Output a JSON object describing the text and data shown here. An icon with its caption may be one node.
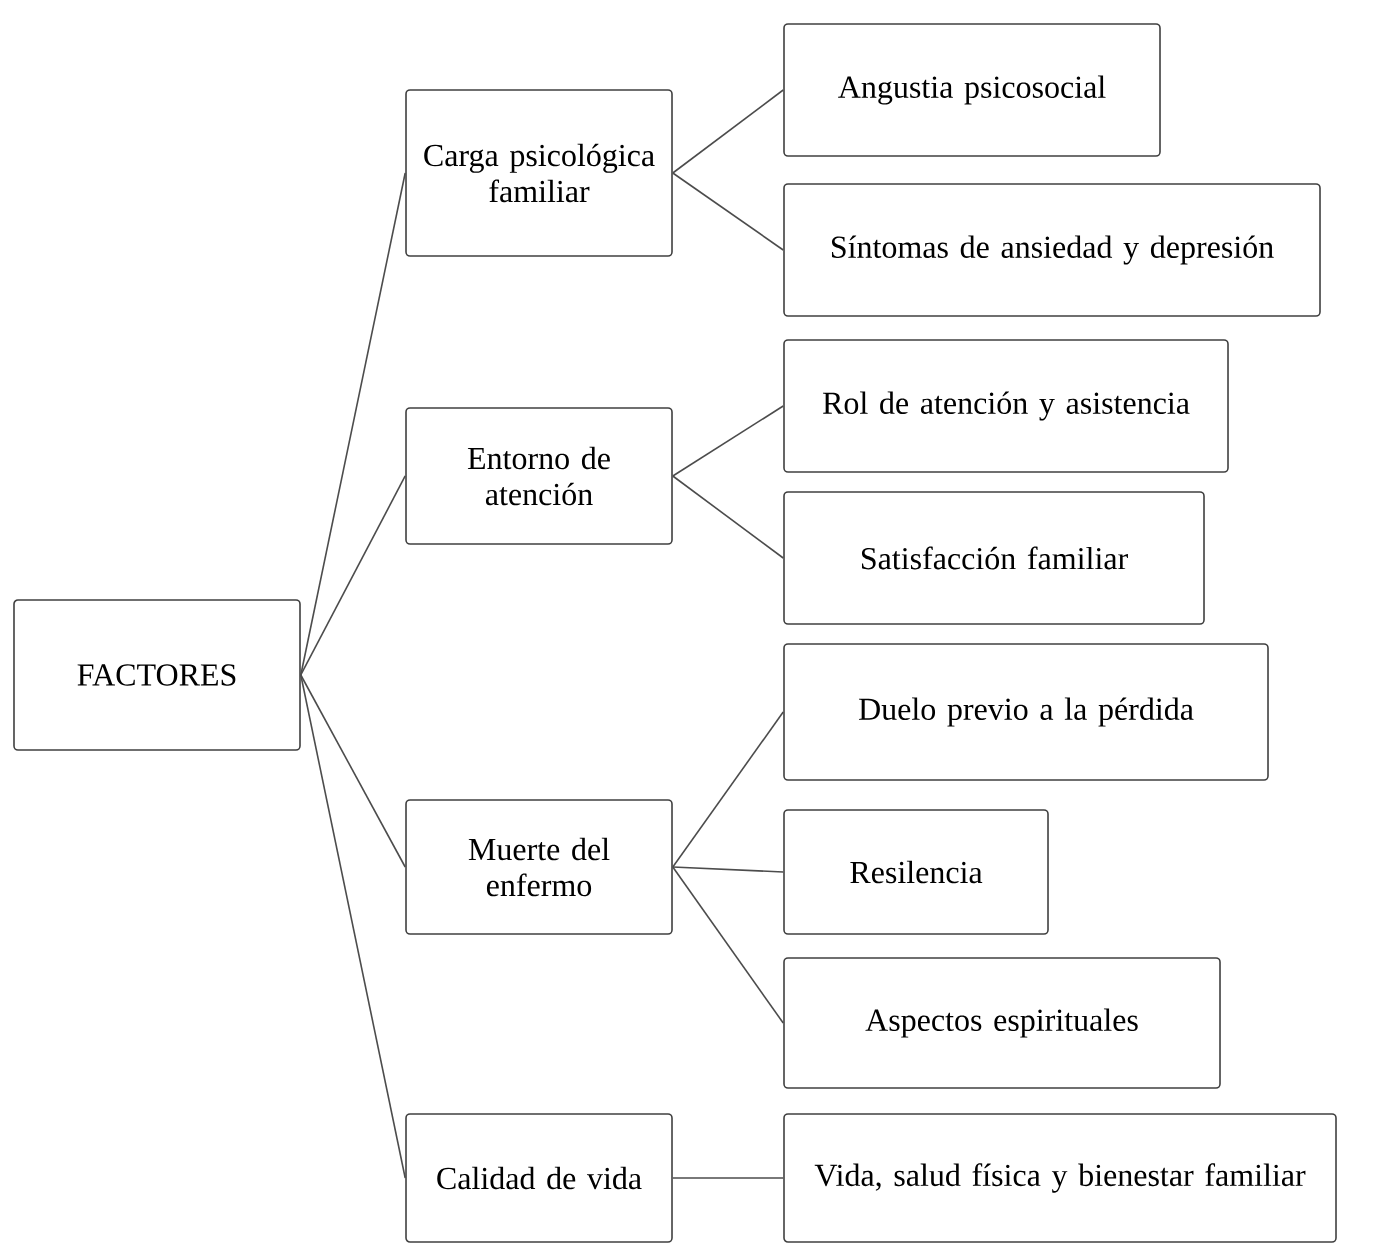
{
  "diagram": {
    "nodes": [
      {
        "text": [
          "FACTORES"
        ]
      },
      {
        "text": [
          "Carga psicológica familiar"
        ]
      },
      {
        "text": [
          "Angustia psicosocial"
        ]
      },
      {
        "text": [
          "Síntomas de ansiedad y depresión"
        ]
      },
      {
        "text": [
          "Entorno de atención"
        ]
      },
      {
        "text": [
          "Rol de atención y asistencia"
        ]
      },
      {
        "text": [
          "Satisfacción familiar"
        ]
      },
      {
        "text": [
          "Muerte del enfermo"
        ]
      },
      {
        "text": [
          "Duelo previo a la pérdida"
        ]
      },
      {
        "text": [
          "Resilencia"
        ]
      },
      {
        "text": [
          "Aspectos espirituales"
        ]
      },
      {
        "text": [
          "Calidad de vida"
        ]
      },
      {
        "text": [
          "Vida,  salud física y bienestar familiar"
        ]
      }
    ],
    "edges": [
      {
        "from": 0,
        "to": 1,
        "arrow": "none"
      },
      {
        "from": 0,
        "to": 4,
        "arrow": "none"
      },
      {
        "from": 0,
        "to": 7,
        "arrow": "none"
      },
      {
        "from": 0,
        "to": 11,
        "arrow": "none"
      },
      {
        "from": 1,
        "to": 2,
        "arrow": "none"
      },
      {
        "from": 1,
        "to": 3,
        "arrow": "none"
      },
      {
        "from": 4,
        "to": 5,
        "arrow": "none"
      },
      {
        "from": 4,
        "to": 6,
        "arrow": "none"
      },
      {
        "from": 7,
        "to": 8,
        "arrow": "none"
      },
      {
        "from": 7,
        "to": 9,
        "arrow": "none"
      },
      {
        "from": 7,
        "to": 10,
        "arrow": "none"
      },
      {
        "from": 11,
        "to": 12,
        "arrow": "none"
      }
    ]
  }
}
